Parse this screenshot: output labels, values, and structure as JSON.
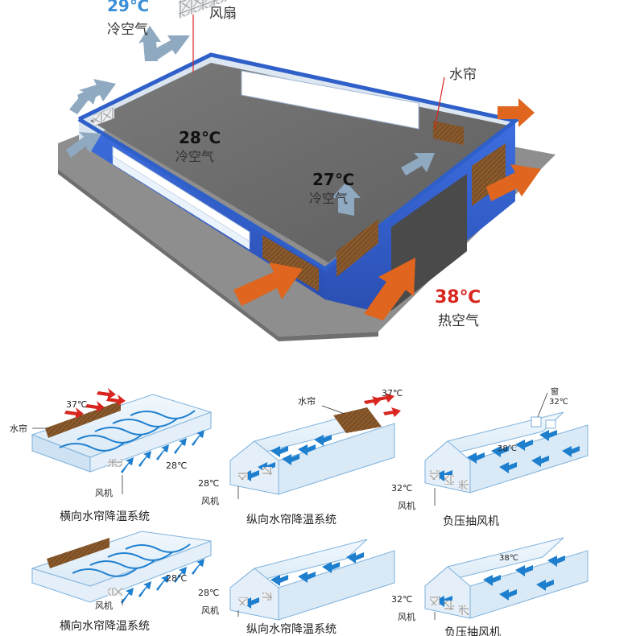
{
  "main": {
    "top_temp": "29℃",
    "top_air": "冷空气",
    "fan_label": "风扇",
    "curtain_label": "水帘",
    "mid_temp_1": "28℃",
    "mid_air_1": "冷空气",
    "mid_temp_2": "27℃",
    "mid_air_2": "冷空气",
    "hot_temp": "38℃",
    "hot_air": "热空气"
  },
  "small": {
    "p1": {
      "curtain": "水帘",
      "t_in": "37℃",
      "t_out": "28℃",
      "fan": "风机",
      "caption": "横向水帘降温系统"
    },
    "p2": {
      "curtain": "水帘",
      "t_in": "37℃",
      "t_out": "28℃",
      "fan": "风机",
      "caption": "纵向水帘降温系统"
    },
    "p3": {
      "window": "窗",
      "t_win": "32℃",
      "t_mid": "38℃",
      "t_out": "32℃",
      "fan": "风机",
      "caption": "负压抽风机"
    },
    "p4": {
      "t_out": "28℃",
      "fan": "风机",
      "caption": "横向水帘降温系统"
    },
    "p5": {
      "t_out": "28℃",
      "fan": "风机",
      "caption": "纵向水帘降温系统"
    },
    "p6": {
      "t_mid": "38℃",
      "t_out": "32℃",
      "fan": "风机",
      "caption": "负压抽风机"
    }
  },
  "colors": {
    "cold": "#8fa9c0",
    "hot": "#e0651f",
    "wall": "#2f5fc9",
    "roof": "#6f6f6f",
    "ground": "#8a8a8a",
    "pad": "#8a5a2c",
    "flow": "#1e7fcf",
    "hot_arrow": "#d8261f"
  }
}
